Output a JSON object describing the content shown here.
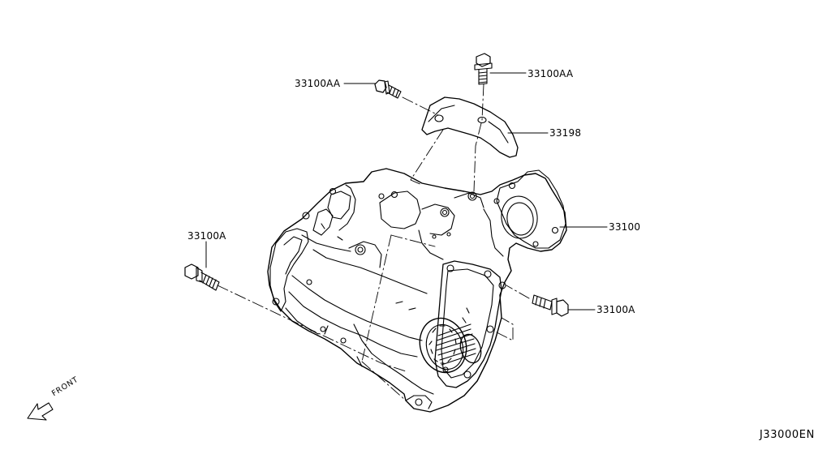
{
  "parts": {
    "bolt_aa_left": "33100AA",
    "bolt_aa_top": "33100AA",
    "bracket": "33198",
    "transfer_assembly": "33100",
    "bolt_a_left": "33100A",
    "bolt_a_right": "33100A"
  },
  "front_marker": "FRONT",
  "diagram_code": "J33000EN",
  "icons": {
    "front_arrow": "front-arrow-icon"
  },
  "colors": {
    "ink": "#000000",
    "background": "#ffffff"
  }
}
